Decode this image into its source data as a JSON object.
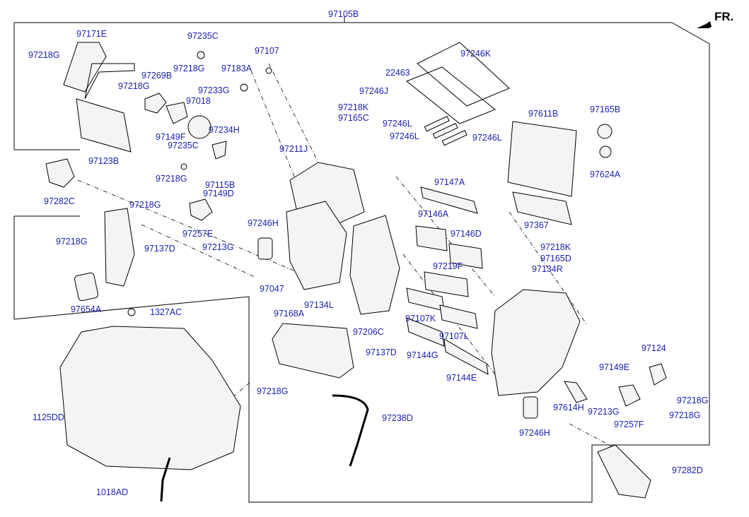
{
  "diagram": {
    "orientation_label": "FR.",
    "accent_color": "#1c1fb0",
    "labels": [
      "97105B",
      "97171E",
      "97235C",
      "97107",
      "97218G",
      "97269B",
      "97218G",
      "97183A",
      "97218G",
      "97233G",
      "97018",
      "97149F",
      "97234H",
      "97235C",
      "97123B",
      "97218G",
      "97282C",
      "97115B",
      "97218G",
      "97149D",
      "97257E",
      "97213G",
      "97218G",
      "97137D",
      "97654A",
      "97246H",
      "97047",
      "97168A",
      "97134L",
      "97211J",
      "97218K",
      "97165C",
      "97246K",
      "22463",
      "97246J",
      "97246L",
      "97246L",
      "97246L",
      "97611B",
      "97165B",
      "97624A",
      "97367",
      "97147A",
      "97146A",
      "97146D",
      "97219F",
      "97107K",
      "97107L",
      "97144G",
      "97144E",
      "97206C",
      "97137D",
      "97218G",
      "97238D",
      "1327AC",
      "1125DD",
      "1018AD",
      "97218K",
      "97165D",
      "97134R",
      "97124",
      "97149E",
      "97614H",
      "97213G",
      "97257F",
      "97218G",
      "97218G",
      "97246H",
      "97282D"
    ]
  }
}
